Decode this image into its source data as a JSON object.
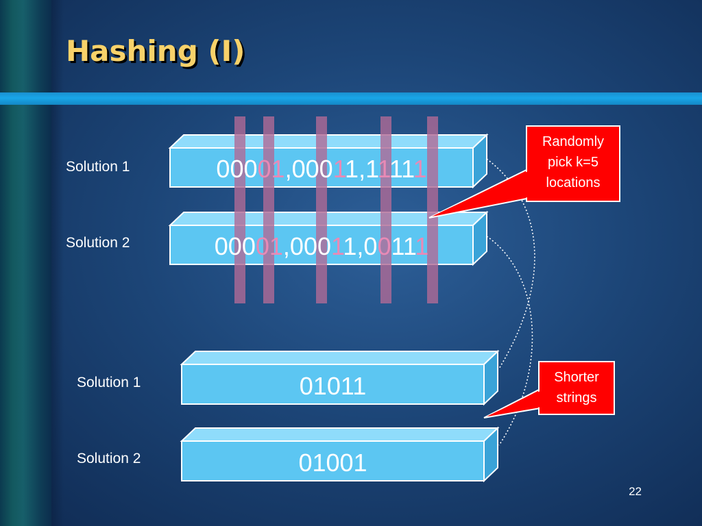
{
  "slide": {
    "title": "Hashing (I)",
    "page_number": "22"
  },
  "top_group": {
    "rows": [
      {
        "label": "Solution 1",
        "value": "00001,00011,11111"
      },
      {
        "label": "Solution 2",
        "value": "00001,00011,00111"
      }
    ]
  },
  "bottom_group": {
    "rows": [
      {
        "label": "Solution 1",
        "value": "01011"
      },
      {
        "label": "Solution 2",
        "value": "01001"
      }
    ]
  },
  "callouts": {
    "pick": "Randomly pick k=5 locations",
    "pick_lines": [
      "Randomly",
      "pick k=5",
      "locations"
    ],
    "shorter": "Shorter strings",
    "shorter_lines": [
      "Shorter",
      "strings"
    ]
  },
  "colors": {
    "title": "#f8d26a",
    "box_front": "#5cc6f2",
    "box_top": "#8fdcfb",
    "box_side": "#3aa3d8",
    "highlight_bar": "#b06a96",
    "highlight_digit": "#e88ab6",
    "callout_fill": "#ff0000"
  }
}
